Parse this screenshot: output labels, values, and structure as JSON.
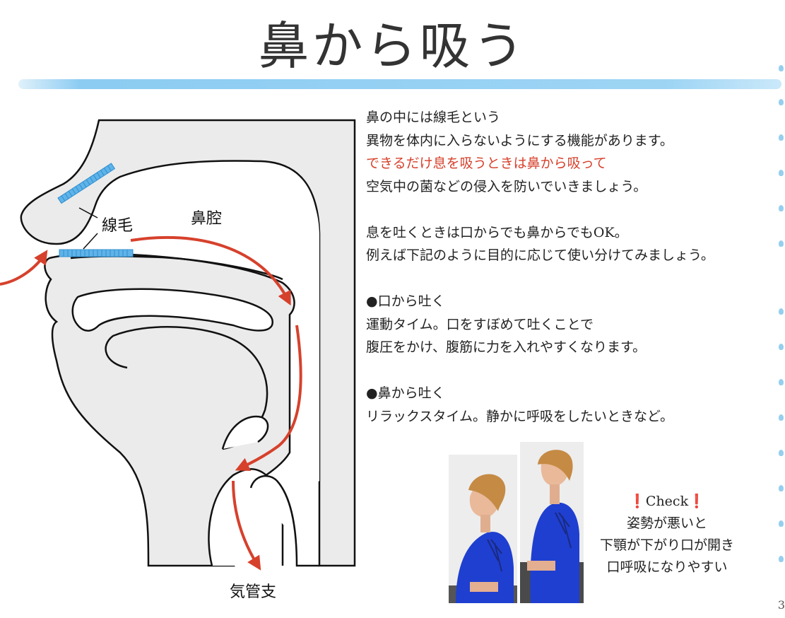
{
  "title": "鼻から吸う",
  "diagram": {
    "label_cilia": "線毛",
    "label_nasal_cavity": "鼻腔",
    "label_trachea": "気管支"
  },
  "text": {
    "p1_line1": "鼻の中には線毛という",
    "p1_line2": "異物を体内に入らないようにする機能があります。",
    "p1_line3_red": "できるだけ息を吸うときは鼻から吸って",
    "p1_line4": "空気中の菌などの侵入を防いでいきましょう。",
    "p2_line1": "息を吐くときは口からでも鼻からでもOK。",
    "p2_line2": "例えば下記のように目的に応じて使い分けてみましょう。",
    "p3_head": "●口から吐く",
    "p3_line1": "運動タイム。口をすぼめて吐くことで",
    "p3_line2": "腹圧をかけ、腹筋に力を入れやすくなります。",
    "p4_head": "●鼻から吐く",
    "p4_line1": "リラックスタイム。静かに呼吸をしたいときなど。"
  },
  "check": {
    "mark": "❗",
    "label": "Check",
    "line1": "姿勢が悪いと",
    "line2": "下顎が下がり口が開き",
    "line3": "口呼吸になりやすい"
  },
  "page_number": "3",
  "colors": {
    "accent_red": "#d6412c",
    "accent_blue": "#5fb3e8",
    "tissue_gray": "#ebebeb",
    "shirt_blue": "#1f3fd0"
  }
}
